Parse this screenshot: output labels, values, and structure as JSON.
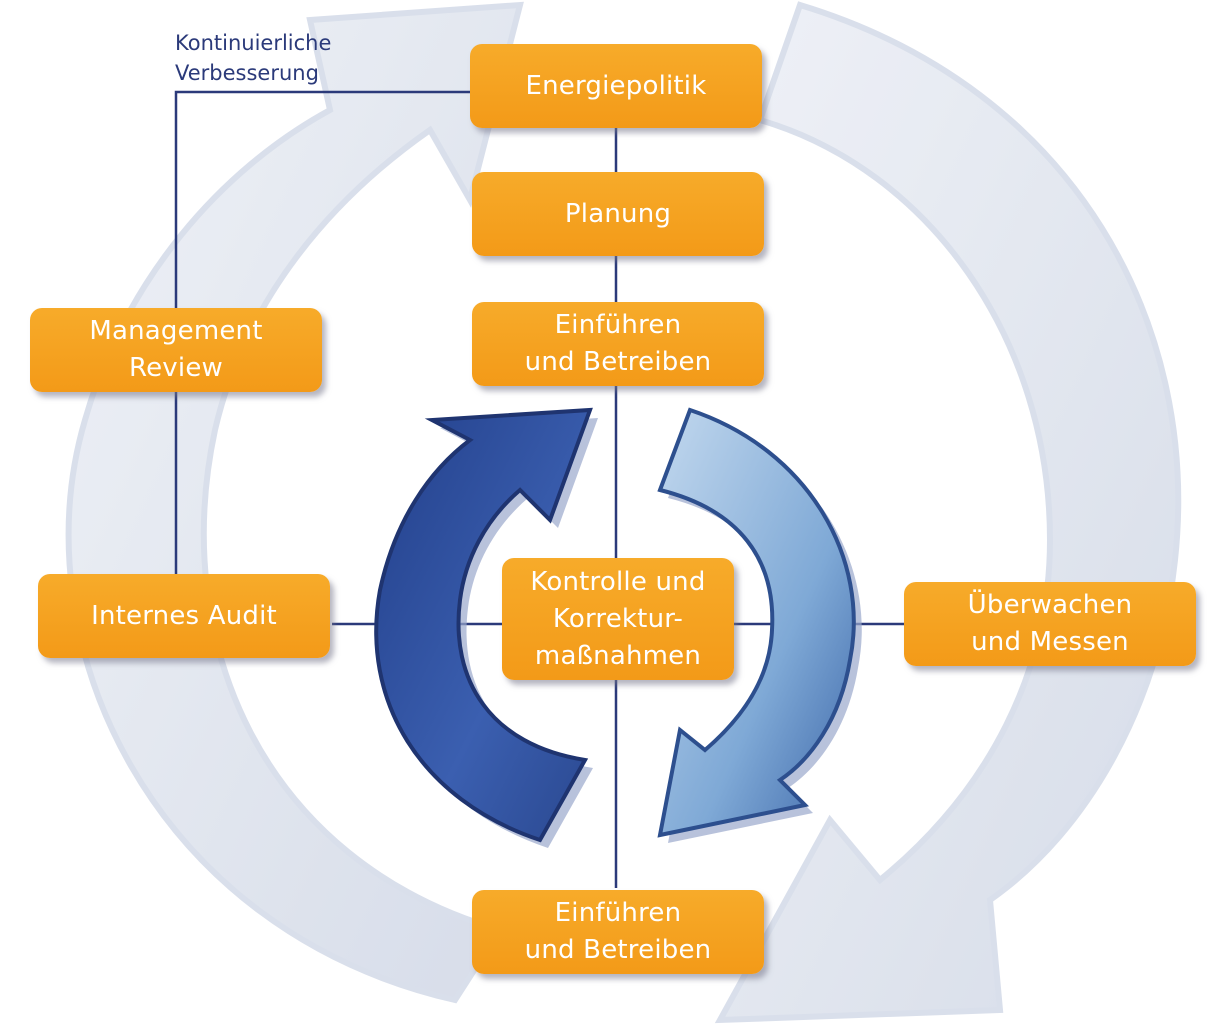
{
  "caption": "Kontinuierliche\nVerbesserung",
  "steps": {
    "energiepolitik": "Energiepolitik",
    "planung": "Planung",
    "einfuehren_oben": "Einführen\nund Betreiben",
    "management_review": "Management\nReview",
    "internes_audit": "Internes Audit",
    "kontrolle": "Kontrolle und\nKorrektur-\nmaßnahmen",
    "ueberwachen": "Überwachen\nund Messen",
    "einfuehren_unten": "Einführen\nund Betreiben"
  },
  "colors": {
    "box": "#f39a18",
    "box_text": "#ffffff",
    "line": "#2b3a7a",
    "caption": "#2b3a7a",
    "cycle_arrows": "#dfe5f0",
    "left_arrow": "#2f4f9e",
    "right_arrow": "#6f9fd0"
  }
}
